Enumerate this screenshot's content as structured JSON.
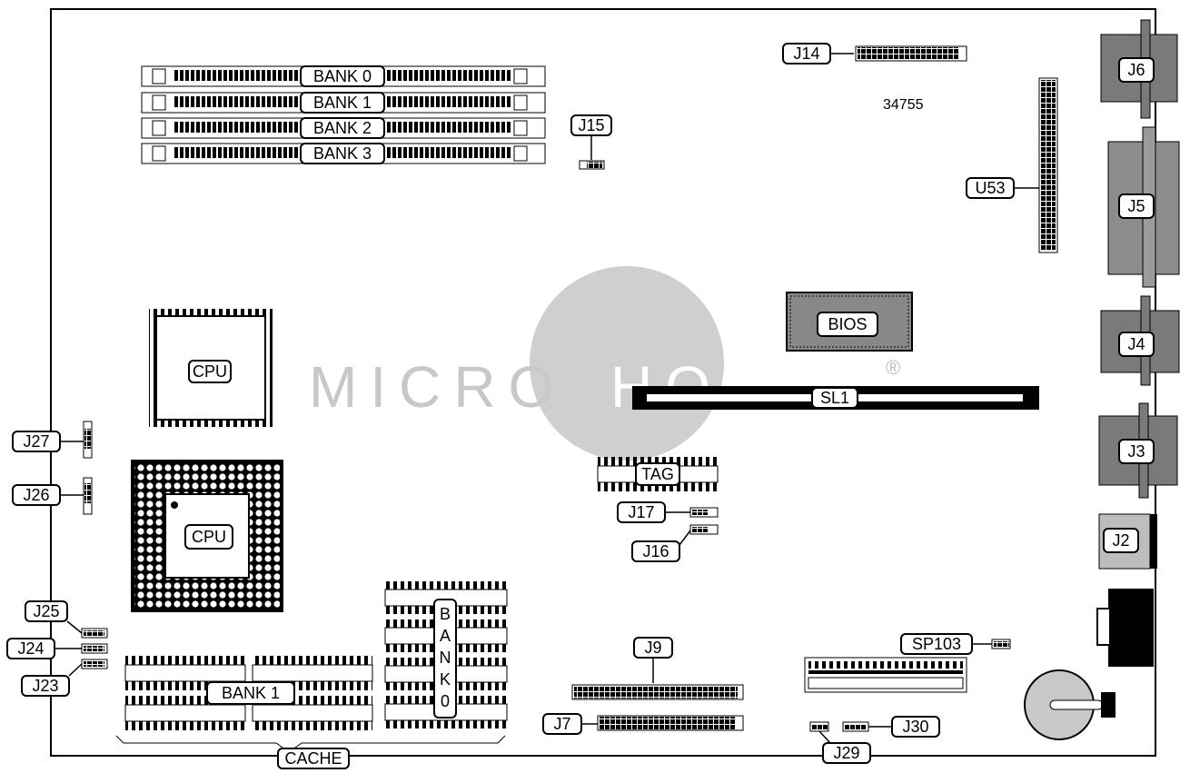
{
  "diagram": {
    "part_number": "34755",
    "watermark": {
      "text_left": "MICRO",
      "text_right": "HOUSE",
      "mark": "®"
    },
    "labels": {
      "bank0": "BANK 0",
      "bank1": "BANK 1",
      "bank2": "BANK 2",
      "bank3": "BANK 3",
      "j14": "J14",
      "j15": "J15",
      "j6": "J6",
      "j5": "J5",
      "j4": "J4",
      "j3": "J3",
      "j2": "J2",
      "u53": "U53",
      "bios": "BIOS",
      "sl1": "SL1",
      "cpu_qfp": "CPU",
      "cpu_pga": "CPU",
      "j27": "J27",
      "j26": "J26",
      "tag": "TAG",
      "j17": "J17",
      "j16": "J16",
      "j25": "J25",
      "j24": "J24",
      "j23": "J23",
      "cache_bank1": "BANK 1",
      "cache_bank0": [
        "B",
        "A",
        "N",
        "K",
        "0"
      ],
      "cache": "CACHE",
      "j9": "J9",
      "j7": "J7",
      "sp103": "SP103",
      "j30": "J30",
      "j29": "J29"
    }
  }
}
